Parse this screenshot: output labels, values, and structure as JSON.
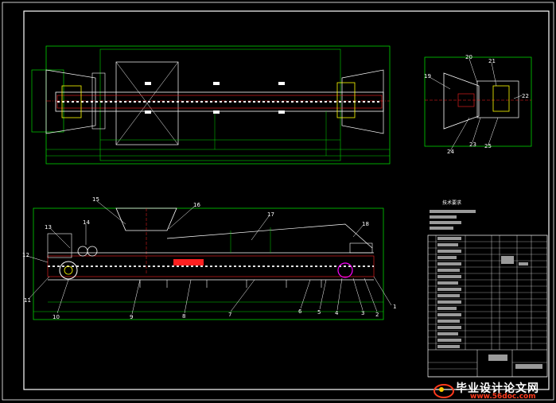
{
  "colors": {
    "frame": "#ffffff",
    "green": "#00d400",
    "red": "#ff2020",
    "cyan": "#00ffff",
    "yellow": "#ffff00",
    "magenta": "#ff00ff"
  },
  "callouts": {
    "c1": "1",
    "c2": "2",
    "c3": "3",
    "c4": "4",
    "c5": "5",
    "c6": "6",
    "c7": "7",
    "c8": "8",
    "c9": "9",
    "c10": "10",
    "c11": "11",
    "c12": "12",
    "c13": "13",
    "c14": "14",
    "c15": "15",
    "c16": "16",
    "c17": "17",
    "c18": "18",
    "c19": "19",
    "c20": "20",
    "c21": "21",
    "c22": "22",
    "c23": "23",
    "c24": "24",
    "c25": "25"
  },
  "tech_req": {
    "heading": "技术要求"
  },
  "watermark": {
    "text": "毕业设计论文网",
    "url": "www.56doc.com"
  }
}
